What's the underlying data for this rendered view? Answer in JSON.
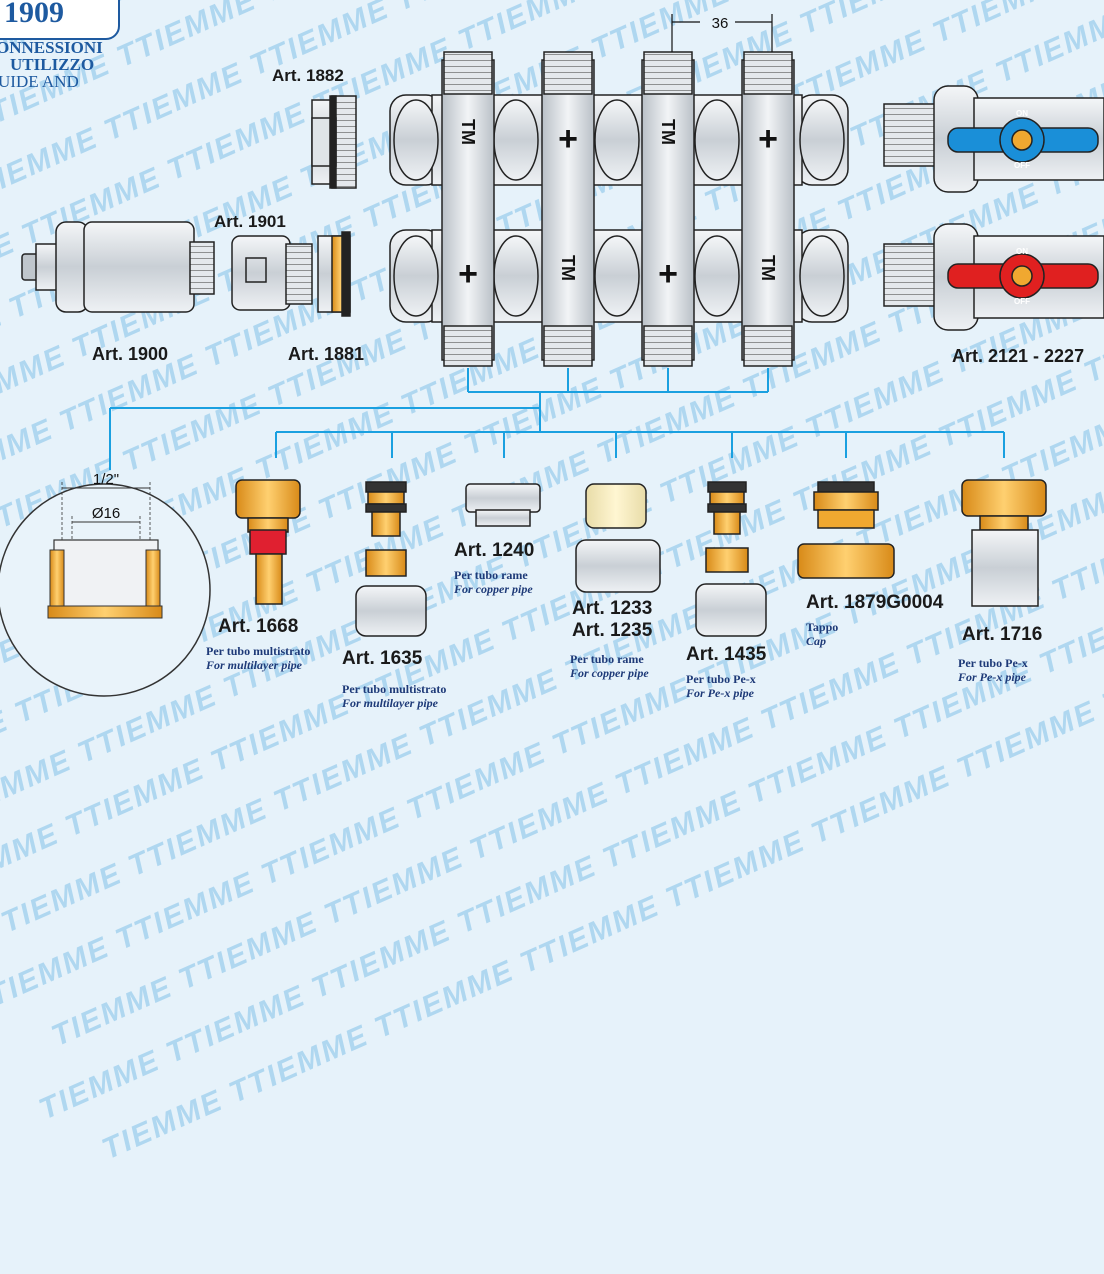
{
  "header": {
    "code": "1909",
    "line1": "ONNESSIONI",
    "line2": "UTILIZZO",
    "line3": "UIDE AND"
  },
  "watermark": "TIEMME",
  "dimension_label": "36",
  "detail": {
    "thread": "1/2\"",
    "diameter": "Ø16"
  },
  "articles": {
    "a1882": "Art. 1882",
    "a1901": "Art. 1901",
    "a1900": "Art. 1900",
    "a1881": "Art. 1881",
    "a2121": "Art. 2121 - 2227",
    "a1668": "Art. 1668",
    "a1635": "Art. 1635",
    "a1240": "Art. 1240",
    "a1233": "Art. 1233",
    "a1235": "Art. 1235",
    "a1435": "Art. 1435",
    "a1879": "Art. 1879G0004",
    "a1716": "Art. 1716"
  },
  "captions": {
    "multilayer_it": "Per tubo multistrato",
    "multilayer_en": "For multilayer pipe",
    "copper_it": "Per tubo rame",
    "copper_en": "For copper pipe",
    "pex_it": "Per tubo Pe-x",
    "pex_en": "For Pe-x pipe",
    "cap_it": "Tappo",
    "cap_en": "Cap"
  },
  "manifold_marks": [
    "TM",
    "+",
    "TM",
    "+",
    "+",
    "TM",
    "+",
    "TM"
  ],
  "valve_labels": {
    "on": "ON",
    "off": "OFF"
  },
  "colors": {
    "background": "#e6f2fa",
    "accent_blue": "#1e5aa0",
    "tree_line": "#1aa0e0",
    "brass": "#f0a830",
    "handle_blue": "#1a8fd8",
    "handle_red": "#e02020",
    "silver": "#d8dde2"
  }
}
